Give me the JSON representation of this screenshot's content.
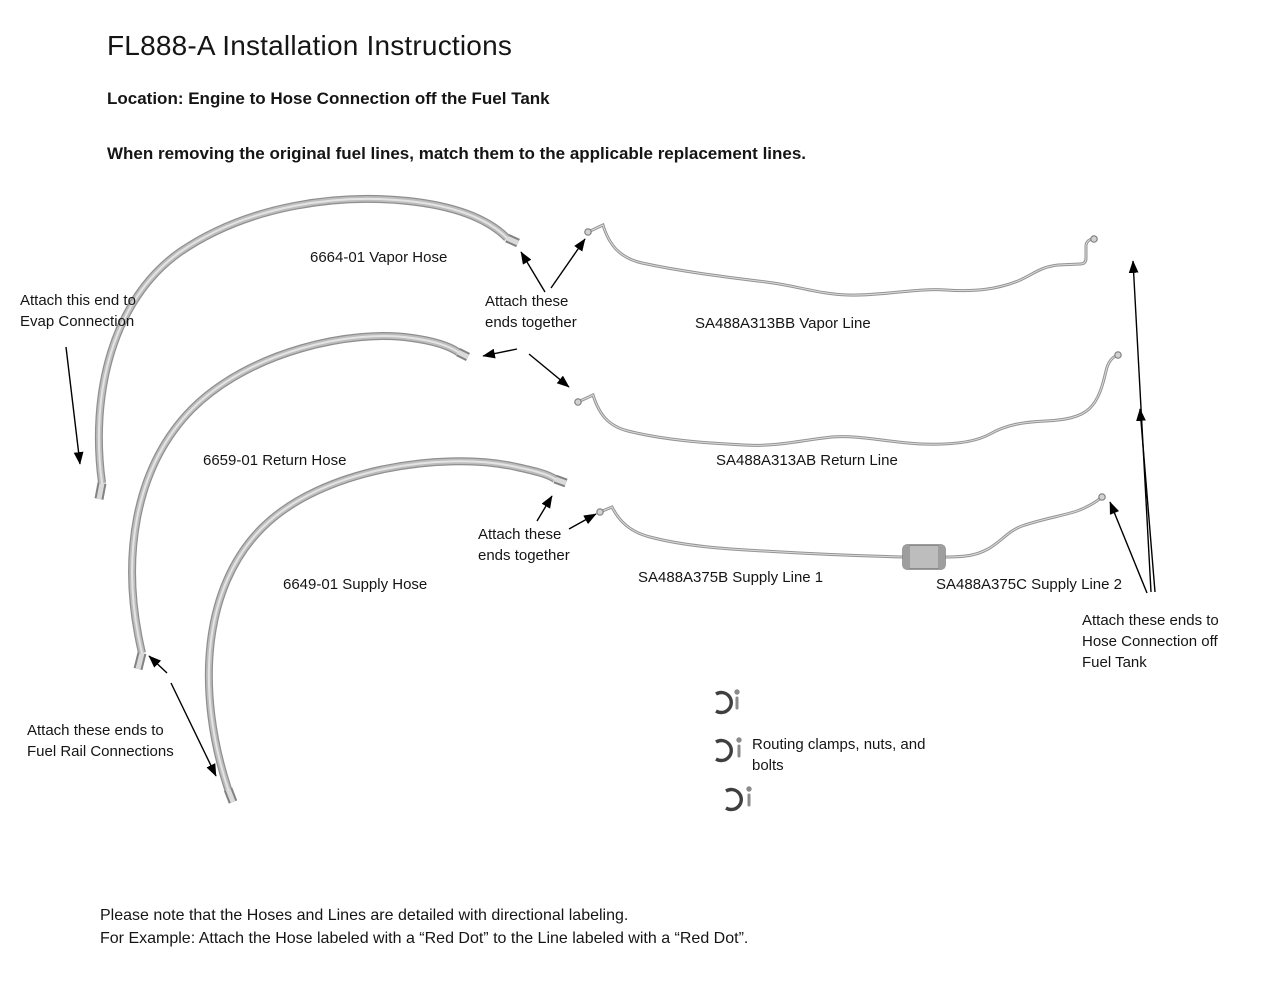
{
  "header": {
    "title": "FL888-A Installation Instructions",
    "location": "Location: Engine to Hose Connection off the Fuel Tank",
    "warning": "When removing the original fuel lines, match them to the applicable replacement lines."
  },
  "diagram": {
    "hoses": {
      "vapor": "6664-01 Vapor Hose",
      "return": "6659-01 Return Hose",
      "supply": "6649-01 Supply Hose"
    },
    "lines": {
      "vapor": "SA488A313BB Vapor Line",
      "return": "SA488A313AB Return Line",
      "supply1": "SA488A375B Supply Line 1",
      "supply2": "SA488A375C Supply Line 2"
    },
    "notes": {
      "evap": "Attach this end to\nEvap Connection",
      "attach_top": "Attach these\nends together",
      "attach_mid": "Attach these\nends together",
      "tank": "Attach these ends to\nHose Connection off\nFuel Tank",
      "rail": "Attach these ends to\nFuel Rail Connections",
      "clamps": "Routing clamps, nuts, and\nbolts"
    }
  },
  "footer": {
    "line1": "Please note that the Hoses and Lines are detailed with directional labeling.",
    "line2": "For Example: Attach the Hose labeled with a “Red Dot” to the Line labeled with a “Red Dot”."
  }
}
